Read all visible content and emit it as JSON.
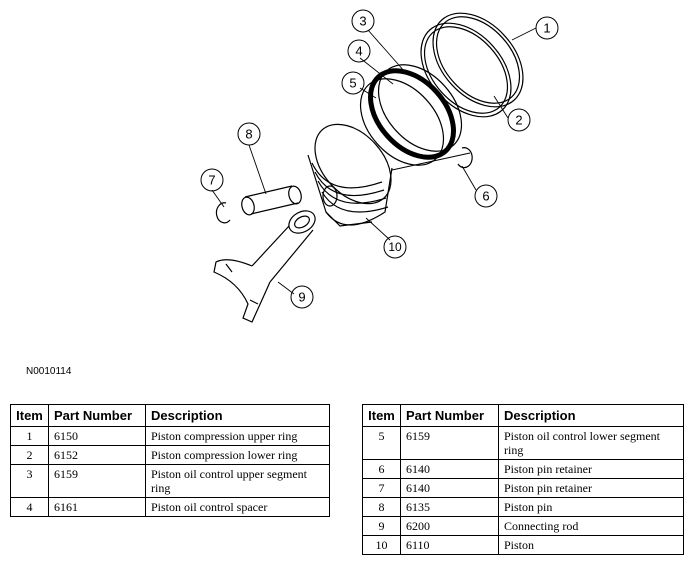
{
  "figure_id": "N0010114",
  "callouts": [
    "1",
    "2",
    "3",
    "4",
    "5",
    "6",
    "7",
    "8",
    "9",
    "10"
  ],
  "headers": {
    "item": "Item",
    "part": "Part Number",
    "desc": "Description"
  },
  "left_rows": [
    {
      "item": "1",
      "part": "6150",
      "desc": "Piston compression upper ring"
    },
    {
      "item": "2",
      "part": "6152",
      "desc": "Piston compression lower ring"
    },
    {
      "item": "3",
      "part": "6159",
      "desc": "Piston oil control upper segment ring"
    },
    {
      "item": "4",
      "part": "6161",
      "desc": "Piston oil control spacer"
    }
  ],
  "right_rows": [
    {
      "item": "5",
      "part": "6159",
      "desc": "Piston oil control lower segment ring"
    },
    {
      "item": "6",
      "part": "6140",
      "desc": "Piston pin retainer"
    },
    {
      "item": "7",
      "part": "6140",
      "desc": "Piston pin retainer"
    },
    {
      "item": "8",
      "part": "6135",
      "desc": "Piston pin"
    },
    {
      "item": "9",
      "part": "6200",
      "desc": "Connecting rod"
    },
    {
      "item": "10",
      "part": "6110",
      "desc": "Piston"
    }
  ]
}
